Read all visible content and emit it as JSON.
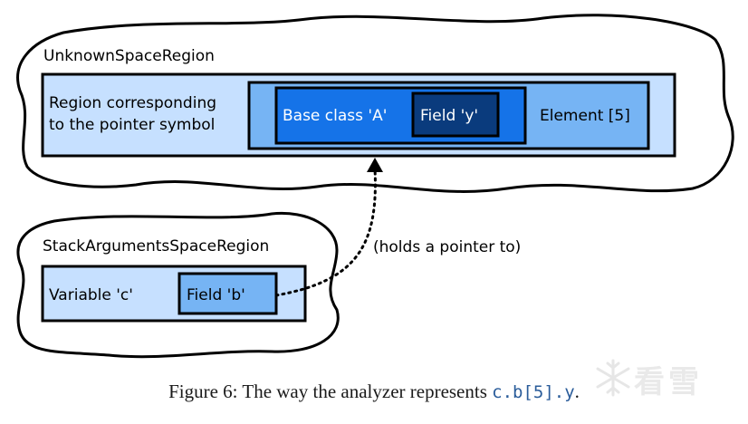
{
  "regions": {
    "unknown": {
      "title": "UnknownSpaceRegion",
      "pointer_region_line1": "Region corresponding",
      "pointer_region_line2": "to the pointer symbol",
      "element_label": "Element [5]",
      "base_class_label": "Base class 'A'",
      "field_y_label": "Field 'y'"
    },
    "stack": {
      "title": "StackArgumentsSpaceRegion",
      "variable_label": "Variable 'c'",
      "field_b_label": "Field 'b'"
    }
  },
  "arrow_label": "(holds a pointer to)",
  "caption": {
    "prefix": "Figure 6: The way the analyzer represents ",
    "code": "c.b[5].y",
    "suffix": "."
  },
  "watermark": "看雪",
  "colors": {
    "light_blue": "#c6e0ff",
    "mid_blue": "#76b4f4",
    "blue": "#1573e8",
    "dark_blue": "#0a3b7d"
  }
}
